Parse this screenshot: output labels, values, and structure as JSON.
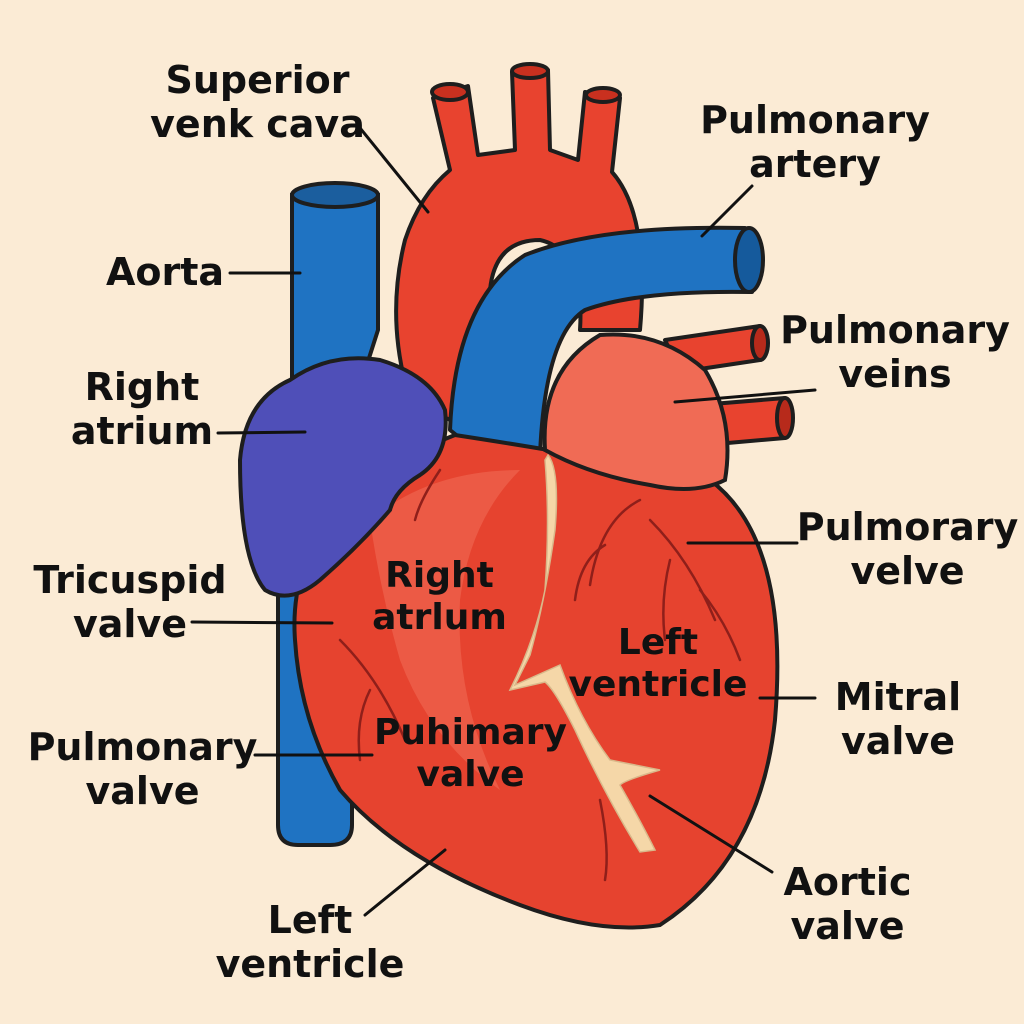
{
  "colors": {
    "background": "#FBEBD5",
    "artery_red": "#E8432F",
    "heart_red": "#E6432F",
    "heart_light": "#F06B55",
    "vein_blue": "#1F73C2",
    "atrium_purple": "#4F4FB8",
    "outline": "#1E1E1E",
    "coronary": "#F5D7A8",
    "vessel_line": "#8F1F1A"
  },
  "labels": {
    "superior_vena_cava": [
      "Superior",
      "venk cava"
    ],
    "pulmonary_artery": [
      "Pulmonary",
      "artery"
    ],
    "aorta": [
      "Aorta"
    ],
    "pulmonary_veins": [
      "Pulmonary",
      "veins"
    ],
    "right_atrium_outer": [
      "Right",
      "atrium"
    ],
    "pulmonary_valve_right": [
      "Pulmorary",
      "velve"
    ],
    "tricuspid_valve": [
      "Tricuspid",
      "valve"
    ],
    "right_atrium_inner": [
      "Right",
      "atrlum"
    ],
    "left_ventricle_inner": [
      "Left",
      "ventricle"
    ],
    "mitral_valve": [
      "Mitral",
      "valve"
    ],
    "pulmonary_valve_left": [
      "Pulmonary",
      "valve"
    ],
    "puhimary_valve_inner": [
      "Puhimary",
      "valve"
    ],
    "aortic_valve": [
      "Aortic",
      "valve"
    ],
    "left_ventricle_bottom": [
      "Left",
      "ventricle"
    ]
  }
}
